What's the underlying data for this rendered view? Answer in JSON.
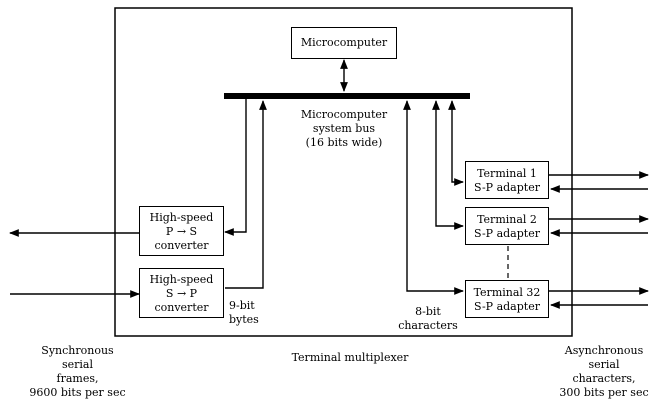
{
  "diagram": {
    "microcomputer": "Microcomputer",
    "bus_label": [
      "Microcomputer",
      "system bus",
      "(16 bits wide)"
    ],
    "ps_converter": [
      "High-speed",
      "P → S",
      "converter"
    ],
    "sp_converter": [
      "High-speed",
      "S → P",
      "converter"
    ],
    "terminal_1": [
      "Terminal 1",
      "S-P adapter"
    ],
    "terminal_2": [
      "Terminal 2",
      "S-P adapter"
    ],
    "terminal_32": [
      "Terminal 32",
      "S-P adapter"
    ],
    "bits_9": [
      "9-bit",
      "bytes"
    ],
    "bits_8": [
      "8-bit",
      "characters"
    ],
    "multiplexer_label": "Terminal multiplexer",
    "left_caption": [
      "Synchronous",
      "serial",
      "frames,",
      "9600 bits per sec"
    ],
    "right_caption": [
      "Asynchronous",
      "serial",
      "characters,",
      "300 bits per sec"
    ]
  }
}
